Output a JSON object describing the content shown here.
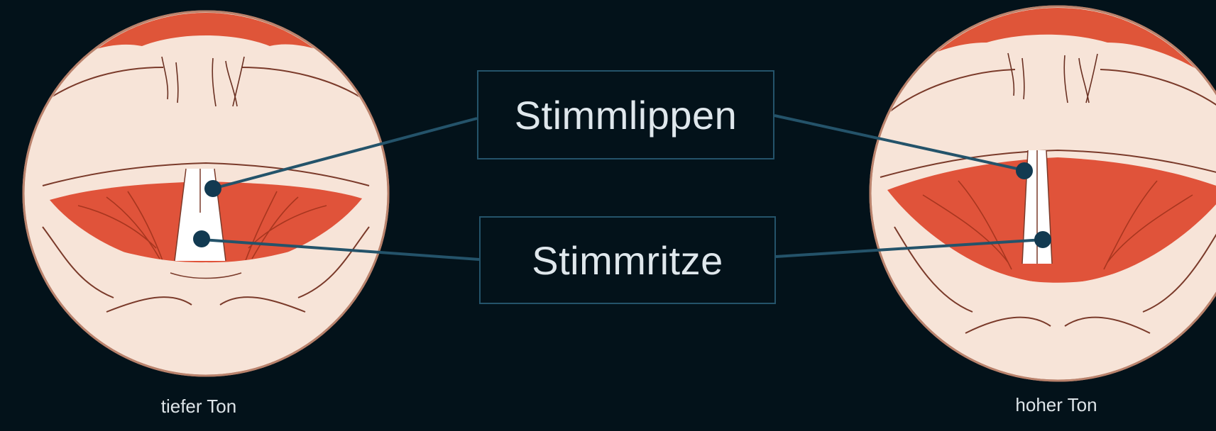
{
  "labels": {
    "vocal_folds": "Stimmlippen",
    "glottis": "Stimmritze"
  },
  "captions": {
    "left": "tiefer Ton",
    "right": "hoher Ton"
  },
  "colors": {
    "background": "#03121a",
    "tissue_light": "#f7e4d8",
    "tissue_red": "#e0533a",
    "connector": "#24536a",
    "text": "#dfe7ec"
  }
}
